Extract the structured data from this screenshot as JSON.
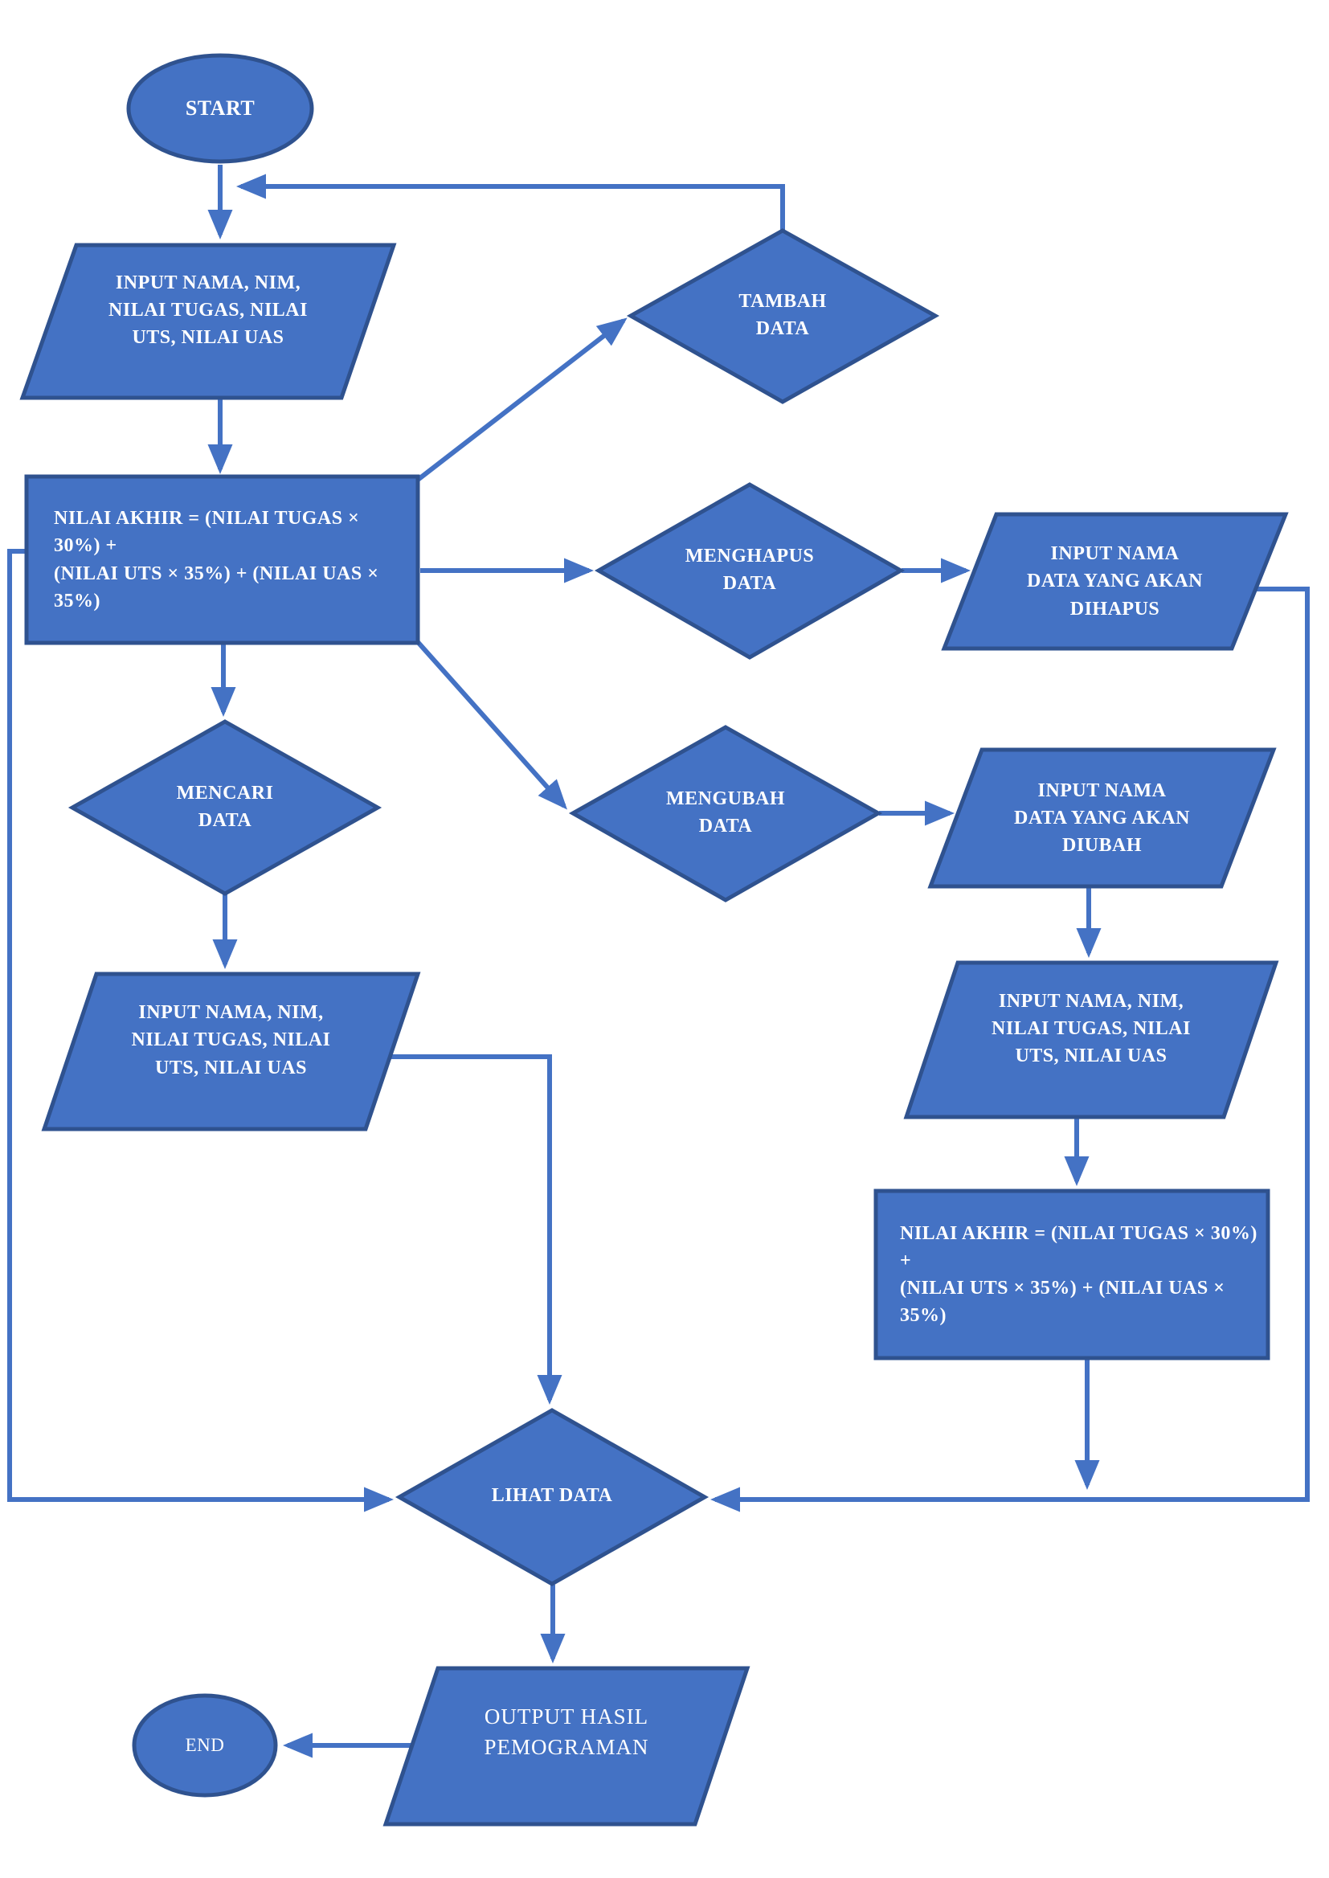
{
  "diagram": {
    "type": "flowchart",
    "colors": {
      "shape_fill": "#4472C4",
      "shape_border": "#2F528F",
      "connector": "#4472C4",
      "label_text": "#FFFFFF",
      "background": "#FFFFFF"
    },
    "nodes": {
      "start": {
        "shape": "terminator",
        "label": "START"
      },
      "input_main": {
        "shape": "input-output",
        "lines": [
          "INPUT NAMA, NIM,",
          "NILAI TUGAS, NILAI",
          "UTS, NILAI UAS"
        ]
      },
      "tambah_data": {
        "shape": "decision",
        "lines": [
          "TAMBAH",
          "DATA"
        ]
      },
      "formula_main": {
        "shape": "process",
        "lines": [
          "NILAI AKHIR = (NILAI TUGAS × 30%) +",
          "(NILAI UTS × 35%) + (NILAI UAS × 35%)"
        ]
      },
      "menghapus_data": {
        "shape": "decision",
        "lines": [
          "MENGHAPUS",
          "DATA"
        ]
      },
      "input_dihapus": {
        "shape": "input-output",
        "lines": [
          "INPUT NAMA",
          "DATA YANG AKAN",
          "DIHAPUS"
        ]
      },
      "mencari_data": {
        "shape": "decision",
        "lines": [
          "MENCARI",
          "DATA"
        ]
      },
      "mengubah_data": {
        "shape": "decision",
        "lines": [
          "MENGUBAH",
          "DATA"
        ]
      },
      "input_diubah": {
        "shape": "input-output",
        "lines": [
          "INPUT NAMA",
          "DATA YANG AKAN",
          "DIUBAH"
        ]
      },
      "input_cari": {
        "shape": "input-output",
        "lines": [
          "INPUT NAMA, NIM,",
          "NILAI TUGAS, NILAI",
          "UTS, NILAI UAS"
        ]
      },
      "input_ubah_detail": {
        "shape": "input-output",
        "lines": [
          "INPUT NAMA, NIM,",
          "NILAI TUGAS, NILAI",
          "UTS, NILAI UAS"
        ]
      },
      "formula_ubah": {
        "shape": "process",
        "lines": [
          "NILAI AKHIR = (NILAI TUGAS × 30%) +",
          "(NILAI UTS × 35%) + (NILAI UAS × 35%)"
        ]
      },
      "lihat_data": {
        "shape": "decision",
        "label": "LIHAT DATA"
      },
      "output_hasil": {
        "shape": "input-output",
        "lines": [
          "OUTPUT HASIL",
          "PEMOGRAMAN"
        ]
      },
      "end": {
        "shape": "terminator",
        "label": "END"
      }
    }
  }
}
